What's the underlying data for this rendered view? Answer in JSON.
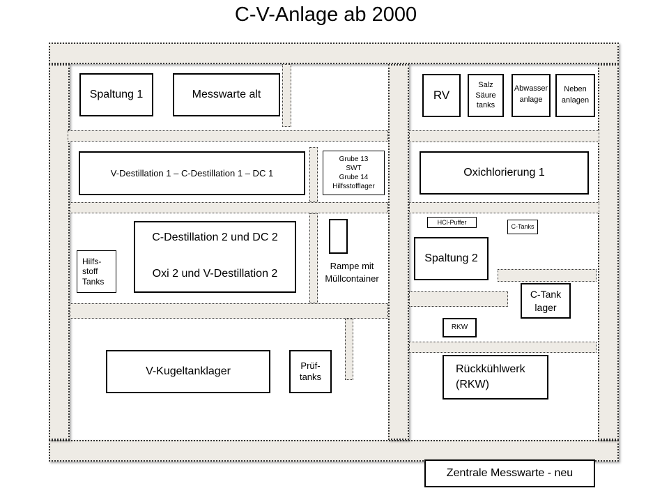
{
  "title": "C-V-Anlage ab 2000",
  "plants": {
    "spaltung1": "Spaltung 1",
    "messwarte_alt": "Messwarte alt",
    "rv": "RV",
    "salz_saeure_tanks": "Salz\nSäure\ntanks",
    "abwasseranlage": "Abwasser\nanlage",
    "nebenanlagen": "Neben\nanlagen",
    "v_destillation_1": "V-Destillation 1 – C-Destillation 1 – DC 1",
    "grube": "Grube 13\nSWT\nGrube 14\nHilfsstofflager",
    "oxichlorierung_1": "Oxichlorierung 1",
    "c_destillation_2_line1": "C-Destillation 2 und DC 2",
    "c_destillation_2_line2": "Oxi 2 und V-Destillation 2",
    "hilfsstoff_tanks": "Hilfs-\nstoff\nTanks",
    "rampe": "Rampe mit\nMüllcontainer",
    "hcl_puffer": "HCl-Puffer",
    "c_tanks": "C-Tanks",
    "spaltung2": "Spaltung 2",
    "c_tank_lager": "C-Tank\nlager",
    "rkw_small": "RKW",
    "rueckkuehlwerk": "Rückkühlwerk\n(RKW)",
    "v_kugeltanklager": "V-Kugeltanklager",
    "pruef_tanks": "Prüf-\ntanks",
    "zentrale_messwarte": "Zentrale Messwarte - neu"
  }
}
